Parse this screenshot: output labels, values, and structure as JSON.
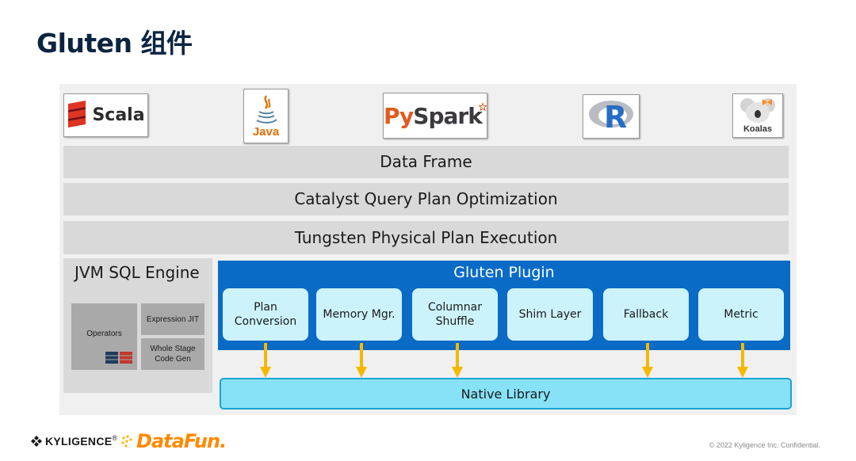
{
  "title": "Gluten 组件",
  "logos": {
    "scala": "Scala",
    "java": "Java",
    "pyspark_py": "Py",
    "pyspark_spark": "Spark",
    "r": "R",
    "koalas": "Koalas"
  },
  "layers": {
    "data_frame": "Data Frame",
    "catalyst": "Catalyst Query Plan Optimization",
    "tungsten": "Tungsten Physical Plan Execution"
  },
  "jvm": {
    "title": "JVM SQL Engine",
    "operators": "Operators",
    "expression_jit": "Expression JIT",
    "whole_stage": "Whole Stage Code Gen"
  },
  "gluten": {
    "title": "Gluten Plugin",
    "components": [
      "Plan Conversion",
      "Memory Mgr.",
      "Columnar Shuffle",
      "Shim Layer",
      "Fallback",
      "Metric"
    ]
  },
  "native_library": "Native Library",
  "footer": {
    "kyligence": "KYLIGENCE",
    "registered": "®",
    "datafun": "DataFun.",
    "copyright": "© 2022 Kyligence Inc. Confidential."
  },
  "colors": {
    "gluten_blue": "#0a6bc7",
    "component_fill": "#ccf3fc",
    "native_fill": "#87e2f8",
    "arrow": "#f5b800",
    "gray_bar": "#d9d9d9"
  },
  "icons": [
    "scala-logo-icon",
    "java-logo-icon",
    "pyspark-logo-icon",
    "r-logo-icon",
    "koalas-logo-icon",
    "arrow-down-icon",
    "kyligence-logo-icon",
    "datafun-logo-icon"
  ]
}
